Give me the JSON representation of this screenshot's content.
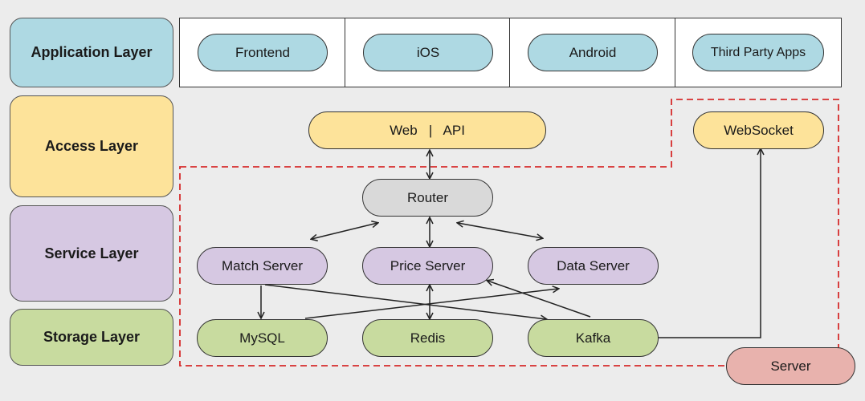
{
  "layers": {
    "application": "Application Layer",
    "access": "Access Layer",
    "service": "Service Layer",
    "storage": "Storage Layer"
  },
  "apps": [
    "Frontend",
    "iOS",
    "Android",
    "Third Party Apps"
  ],
  "access": {
    "web_api": "Web   |   API",
    "websocket": "WebSocket"
  },
  "service": {
    "router": "Router",
    "match": "Match Server",
    "price": "Price Server",
    "data": "Data Server"
  },
  "storage": {
    "mysql": "MySQL",
    "redis": "Redis",
    "kafka": "Kafka"
  },
  "server_label": "Server",
  "colors": {
    "application": "#aed9e3",
    "access": "#fde39a",
    "service": "#d6c8e2",
    "storage": "#c8db9f",
    "router": "#d9d9d9",
    "server": "#e8b2ad",
    "boundary": "#d62b2b"
  }
}
